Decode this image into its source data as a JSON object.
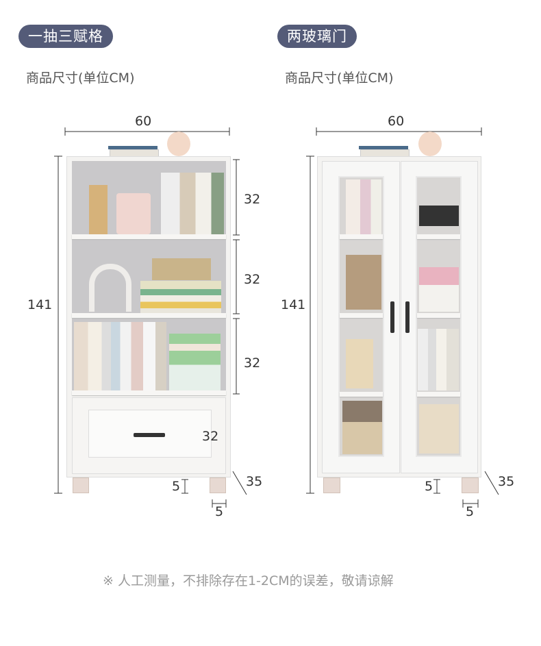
{
  "left": {
    "badge": "一抽三赋格",
    "subtitle": "商品尺寸(单位CM)",
    "width": "60",
    "height": "141",
    "shelf_heights": [
      "32",
      "32",
      "32"
    ],
    "drawer_height": "32",
    "leg_height": "5",
    "leg_width": "5",
    "depth": "35"
  },
  "right": {
    "badge": "两玻璃门",
    "subtitle": "商品尺寸(单位CM)",
    "width": "60",
    "height": "141",
    "leg_height": "5",
    "leg_width": "5",
    "depth": "35"
  },
  "footer_note": "※ 人工测量，不排除存在1-2CM的误差，敬请谅解",
  "colors": {
    "badge_bg": "#545b78",
    "cabinet": "#f4f3f1",
    "leg": "#e7d9d2"
  }
}
